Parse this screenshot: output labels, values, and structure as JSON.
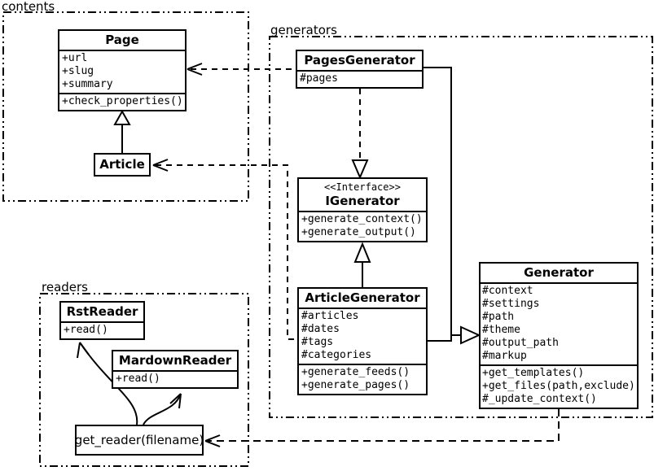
{
  "diagram": {
    "background": "#ffffff",
    "line_color": "#000000",
    "packages": {
      "contents": {
        "label": "contents"
      },
      "generators": {
        "label": "generators"
      },
      "readers": {
        "label": "readers"
      }
    },
    "classes": {
      "page": {
        "title": "Page",
        "attributes": [
          "+url",
          "+slug",
          "+summary"
        ],
        "methods": [
          "+check_properties()"
        ]
      },
      "article": {
        "title": "Article"
      },
      "pages_generator": {
        "title": "PagesGenerator",
        "attributes": [
          "#pages"
        ]
      },
      "igenerator": {
        "stereotype": "<<Interface>>",
        "title": "IGenerator",
        "methods": [
          "+generate_context()",
          "+generate_output()"
        ]
      },
      "article_generator": {
        "title": "ArticleGenerator",
        "attributes": [
          "#articles",
          "#dates",
          "#tags",
          "#categories"
        ],
        "methods": [
          "+generate_feeds()",
          "+generate_pages()"
        ]
      },
      "generator": {
        "title": "Generator",
        "attributes": [
          "#context",
          "#settings",
          "#path",
          "#theme",
          "#output_path",
          "#markup"
        ],
        "methods": [
          "+get_templates()",
          "+get_files(path,exclude)",
          "#_update_context()"
        ]
      },
      "rst_reader": {
        "title": "RstReader",
        "methods": [
          "+read()"
        ]
      },
      "mardown_reader": {
        "title": "MardownReader",
        "methods": [
          "+read()"
        ]
      },
      "get_reader": {
        "label": "get_reader(filename)"
      }
    }
  }
}
